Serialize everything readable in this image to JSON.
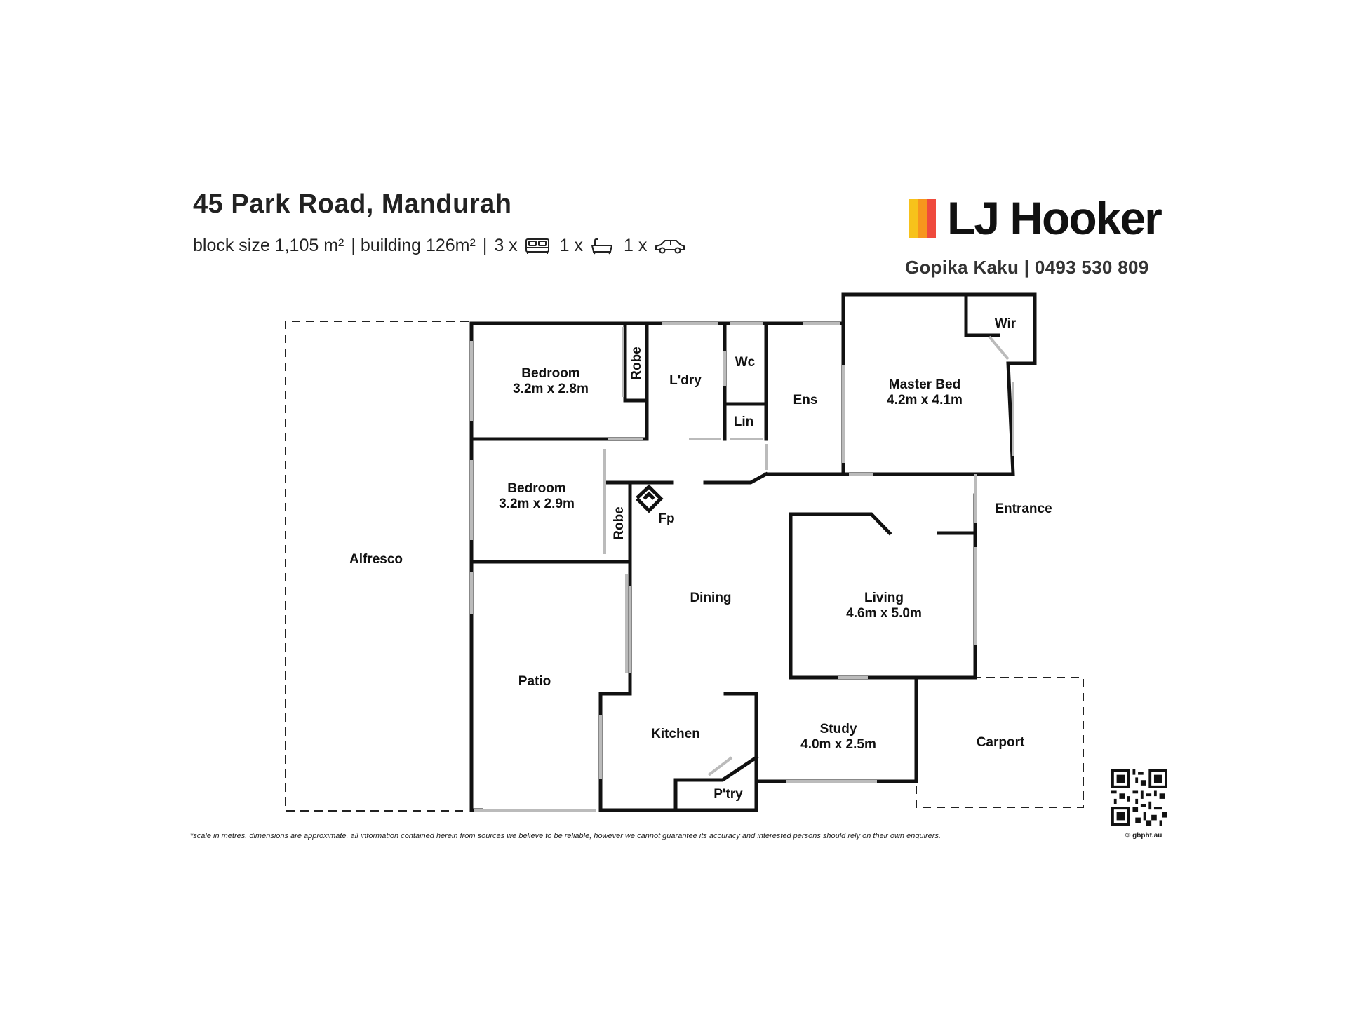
{
  "header": {
    "address": "45 Park Road, Mandurah",
    "block_size": "block size 1,105 m²",
    "building": "| building 126m²",
    "separator": "|",
    "bedrooms": "3 x",
    "bathrooms": "1 x",
    "cars": "1 x",
    "bed_icon": "bed-icon",
    "bath_icon": "bath-icon",
    "car_icon": "car-icon"
  },
  "brand": {
    "name": "LJ Hooker",
    "agent": "Gopika Kaku | 0493 530 809",
    "stripe_colors": [
      "#f7c21b",
      "#f7961d",
      "#ef4a3d"
    ]
  },
  "rooms": {
    "alfresco": "Alfresco",
    "bedroom1": "Bedroom",
    "bedroom1_dim": "3.2m x 2.8m",
    "robe1": "Robe",
    "laundry": "L'dry",
    "wc": "Wc",
    "lin": "Lin",
    "ens": "Ens",
    "wir": "Wir",
    "master": "Master Bed",
    "master_dim": "4.2m x 4.1m",
    "bedroom2": "Bedroom",
    "bedroom2_dim": "3.2m x 2.9m",
    "robe2": "Robe",
    "fp": "Fp",
    "entrance": "Entrance",
    "dining": "Dining",
    "living": "Living",
    "living_dim": "4.6m x 5.0m",
    "patio": "Patio",
    "kitchen": "Kitchen",
    "pantry": "P'try",
    "study": "Study",
    "study_dim": "4.0m x 2.5m",
    "carport": "Carport"
  },
  "footer": {
    "disclaimer": "*scale in metres. dimensions are approximate. all information contained herein from sources we believe to be reliable, however we cannot guarantee its accuracy and interested persons should rely on their own enquirers.",
    "credit": "© gbpht.au"
  }
}
